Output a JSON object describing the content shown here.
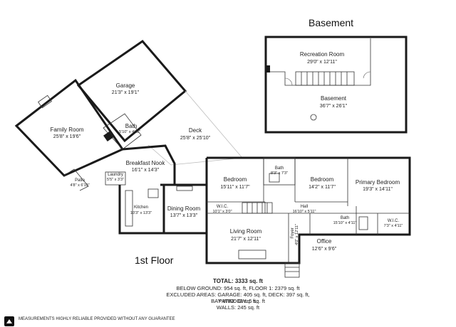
{
  "titles": {
    "basement": "Basement",
    "first_floor": "1st Floor"
  },
  "rooms": {
    "garage": {
      "name": "Garage",
      "dims": "21'3\" x 19'1\""
    },
    "family_room": {
      "name": "Family Room",
      "dims": "25'8\" x 19'6\""
    },
    "bath_garage": {
      "name": "Bath",
      "dims": "5'10\" x 4'11\""
    },
    "deck": {
      "name": "Deck",
      "dims": "25'8\" x 25'10\""
    },
    "breakfast_nook": {
      "name": "Breakfast Nook",
      "dims": "16'1\" x 14'3\""
    },
    "laundry": {
      "name": "Laundry",
      "dims": "5'5\" x 3'3\""
    },
    "patio": {
      "name": "Patio",
      "dims": "4'8\" x 6'10\""
    },
    "kitchen": {
      "name": "Kitchen",
      "dims": "10'3\" x 13'3\""
    },
    "dining_room": {
      "name": "Dining Room",
      "dims": "13'7\" x 13'3\""
    },
    "bedroom_1": {
      "name": "Bedroom",
      "dims": "15'11\" x 11'7\""
    },
    "bath_mid": {
      "name": "Bath",
      "dims": "8'3\" x 7'3\""
    },
    "bedroom_2": {
      "name": "Bedroom",
      "dims": "14'2\" x 11'7\""
    },
    "primary_bedroom": {
      "name": "Primary Bedroom",
      "dims": "19'3\" x 14'11\""
    },
    "wic_1": {
      "name": "W.I.C.",
      "dims": "10'1\" x 3'0\""
    },
    "hall": {
      "name": "Hall",
      "dims": "16'10\" x 5'11\""
    },
    "bath_primary": {
      "name": "Bath",
      "dims": "15'10\" x 4'11\""
    },
    "wic_2": {
      "name": "W.I.C.",
      "dims": "7'3\" x 4'11\""
    },
    "living_room": {
      "name": "Living Room",
      "dims": "21'7\" x 12'11\""
    },
    "foyer": {
      "name": "Foyer",
      "dims": "4'0\" x 12'11\""
    },
    "office": {
      "name": "Office",
      "dims": "12'6\" x 9'6\""
    },
    "recreation_room": {
      "name": "Recreation Room",
      "dims": "29'0\" x 12'11\""
    },
    "basement_room": {
      "name": "Basement",
      "dims": "36'7\" x 26'1\""
    }
  },
  "totals": {
    "total": "TOTAL: 3333 sq. ft",
    "below": "BELOW GROUND: 954 sq. ft, FLOOR 1: 2379 sq. ft",
    "excluded": "EXCLUDED AREAS: GARAGE: 405 sq. ft, DECK: 397 sq. ft, PATIO: 32 sq. ft,",
    "bay": "BAY WINDOW: 5 sq. ft",
    "walls": "WALLS: 245 sq. ft"
  },
  "footer": {
    "note": "MEASUREMENTS HIGHLY RELIABLE PROVIDED WITHOUT ANY GUARANTEE"
  }
}
